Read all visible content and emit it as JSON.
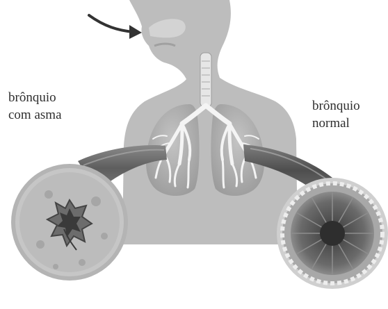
{
  "labels": {
    "asthma_line1": "brônquio",
    "asthma_line2": "com asma",
    "normal_line1": "brônquio",
    "normal_line2": "normal"
  },
  "colors": {
    "body": "#bdbdbd",
    "lung": "#a9a9a9",
    "airway_tree": "#f4f4f4",
    "tube": "#6e6e6e",
    "text": "#2e2e2e"
  },
  "icons": {
    "airflow": "curved-arrow-icon"
  }
}
